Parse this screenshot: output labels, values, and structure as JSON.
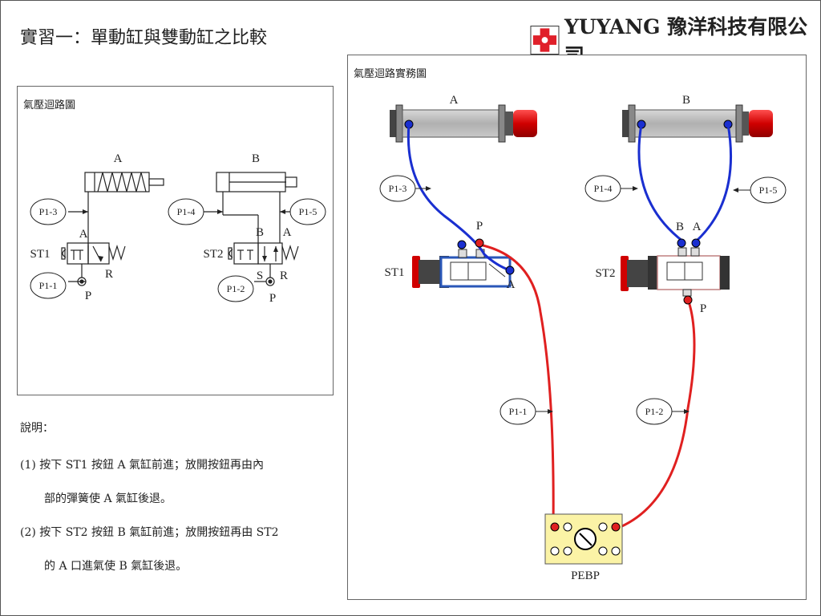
{
  "title": "實習一：單動缸與雙動缸之比較",
  "brand": {
    "name": "YUYANG 豫洋科技有限公司",
    "logo": "red-cross-logo"
  },
  "left_panel": {
    "title": "氣壓迴路圖",
    "cyl_a": "A",
    "cyl_b": "B",
    "tags": [
      "P1-3",
      "P1-4",
      "P1-5",
      "P1-1",
      "P1-2"
    ],
    "st1": "ST1",
    "st2": "ST2",
    "port_a": "A",
    "port_b": "B",
    "port_r": "R",
    "port_s": "S",
    "port_p": "P"
  },
  "right_panel": {
    "title": "氣壓迴路實務圖",
    "cyl_a": "A",
    "cyl_b": "B",
    "tags": [
      "P1-3",
      "P1-4",
      "P1-5",
      "P1-1",
      "P1-2"
    ],
    "st1": "ST1",
    "st2": "ST2",
    "port_p": "P",
    "port_a": "A",
    "port_b": "B",
    "pebp": "PEBP"
  },
  "notes": {
    "heading": "說明：",
    "line1": "(1) 按下 ST1 按鈕 A 氣缸前進；放開按鈕再由內",
    "line2": "部的彈簧使 A 氣缸後退。",
    "line3": "(2) 按下 ST2 按鈕 B 氣缸前進；放開按鈕再由 ST2",
    "line4": "的 A 口進氣使 B 氣缸後退。"
  },
  "colors": {
    "air_red": "#e02020",
    "air_blue": "#1a2fd0",
    "pebp_yellow": "#fbf3a6",
    "st1_blue": "#2a57b8"
  }
}
